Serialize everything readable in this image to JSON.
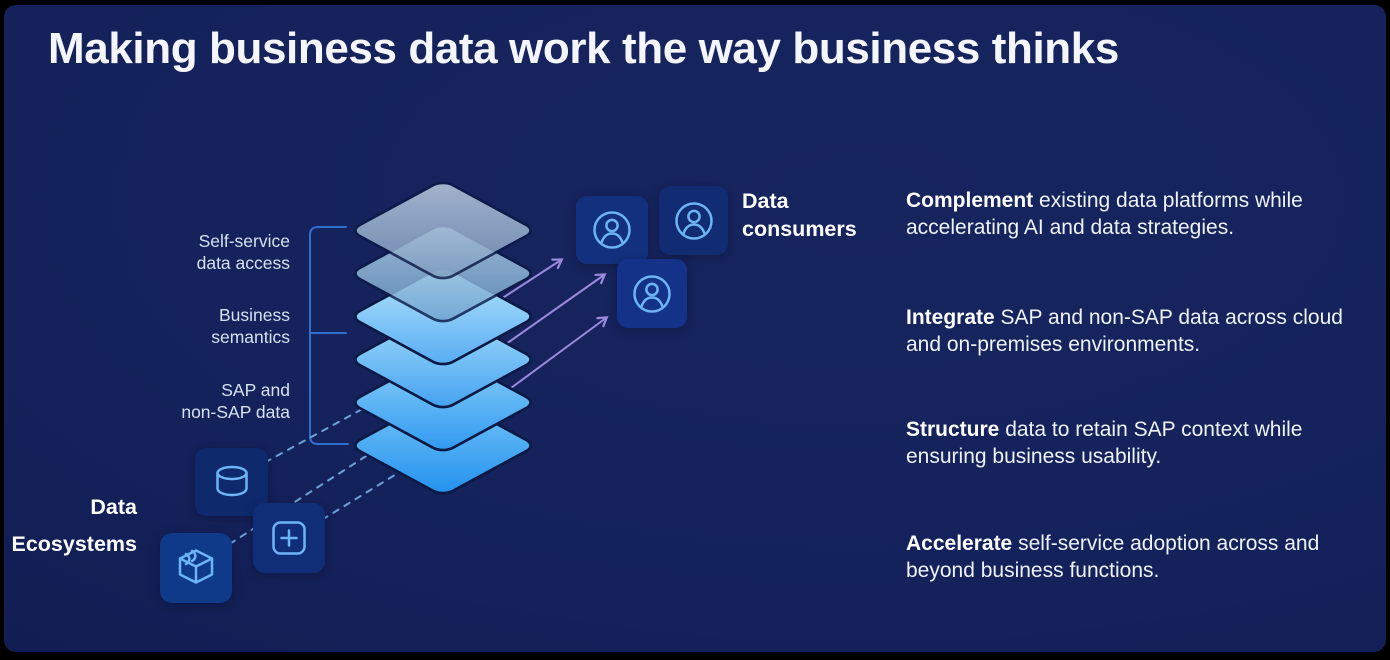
{
  "title": "Making business data work the way business thinks",
  "layer_labels": [
    {
      "line1": "Self-service",
      "line2": "data access"
    },
    {
      "line1": "Business",
      "line2": "semantics"
    },
    {
      "line1": "SAP and",
      "line2": "non-SAP data"
    }
  ],
  "source": {
    "label_line1": "Data",
    "label_line2": "Ecosystems",
    "icons": [
      "database-icon",
      "add-icon",
      "data-product-icon"
    ]
  },
  "consumers": {
    "label_line1": "Data",
    "label_line2": "consumers",
    "icons": [
      "user-icon",
      "user-icon",
      "user-icon"
    ]
  },
  "benefits": [
    {
      "lead": "Complement",
      "line1_rest": " existing data platforms while",
      "line2": "accelerating AI and data strategies."
    },
    {
      "lead": "Integrate",
      "line1_rest": " SAP and non-SAP data across cloud",
      "line2": "and on-premises environments."
    },
    {
      "lead": "Structure",
      "line1_rest": " data to retain SAP context while",
      "line2": "ensuring business usability."
    },
    {
      "lead": "Accelerate",
      "line1_rest": " self-service adoption across and",
      "line2": "beyond business functions."
    }
  ],
  "colors": {
    "background": "#14215A",
    "frame": "#000000",
    "tile_fill": "#12307C",
    "icon_stroke": "#6DB4F5",
    "arrow_purple": "#9B89DD",
    "bracket_blue": "#2F6FD0",
    "dashed_blue": "#72A9E0",
    "diamond_bright_top": "#B7E6FB",
    "diamond_bright_bottom": "#2190EE",
    "diamond_muted": "#7E9CC1",
    "text_primary": "#FFFFFF",
    "text_secondary": "#D6E0F1"
  }
}
